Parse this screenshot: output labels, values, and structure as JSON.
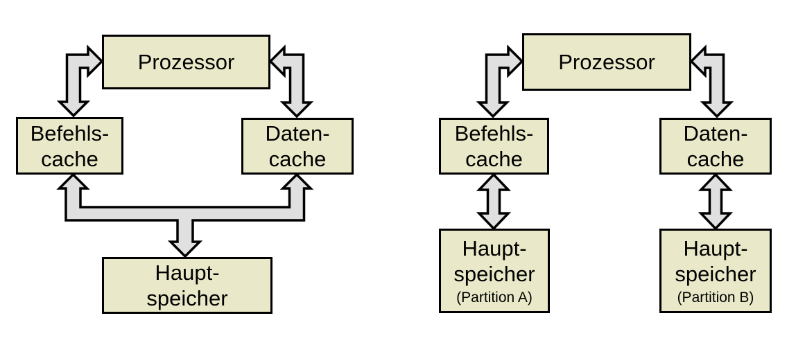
{
  "colors": {
    "background": "#ffffff",
    "box_fill": "#e9e9c9",
    "box_border": "#000000",
    "arrow_fill": "#e0e0e0",
    "arrow_outline": "#000000",
    "text": "#000000"
  },
  "left_diagram": {
    "processor": "Prozessor",
    "instruction_cache": "Befehls-\ncache",
    "data_cache": "Daten-\ncache",
    "main_memory": "Haupt-\nspeicher"
  },
  "right_diagram": {
    "processor": "Prozessor",
    "instruction_cache": "Befehls-\ncache",
    "data_cache": "Daten-\ncache",
    "main_memory_a": {
      "title": "Haupt-\nspeicher",
      "partition": "(Partition A)"
    },
    "main_memory_b": {
      "title": "Haupt-\nspeicher",
      "partition": "(Partition B)"
    }
  }
}
